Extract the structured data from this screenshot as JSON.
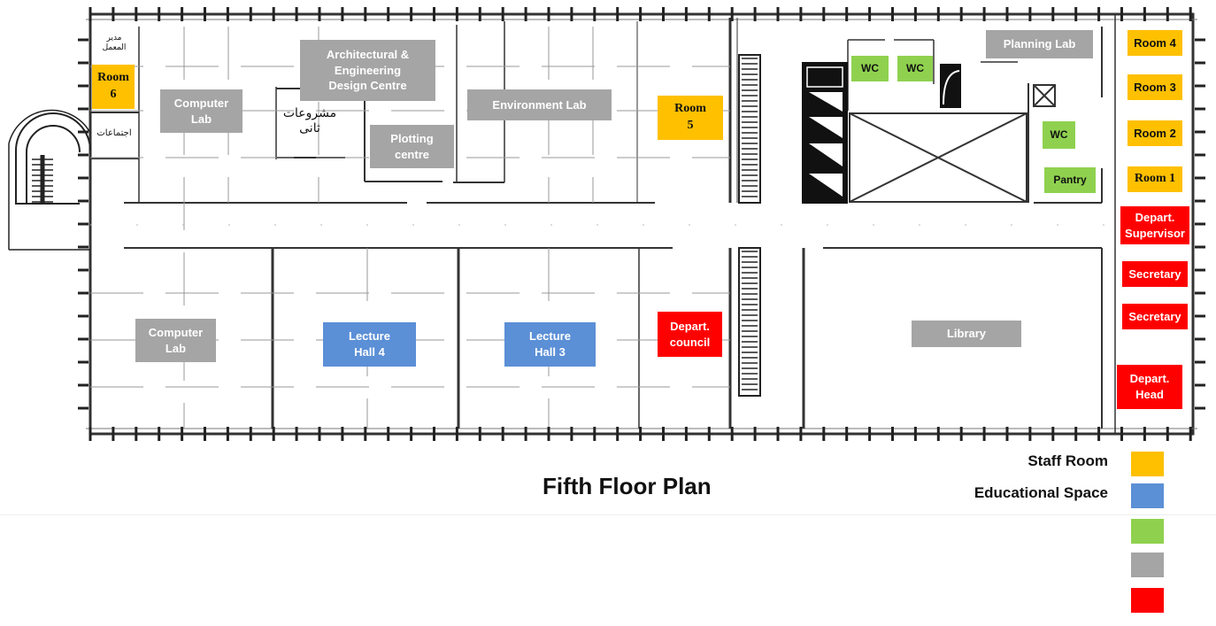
{
  "title": "Fifth Floor Plan",
  "colors": {
    "staff": "#ffc000",
    "educational": "#5b8fd6",
    "services": "#8fd14f",
    "general": "#a5a5a5",
    "admin": "#ff0000"
  },
  "rooms": {
    "room6": "Room\n6",
    "computer_lab_top": "Computer\nLab",
    "arch_design": "Architectural &\nEngineering\nDesign Centre",
    "plotting": "Plotting\ncentre",
    "environment_lab": "Environment Lab",
    "room5": "Room\n5",
    "wc_1": "WC",
    "wc_2": "WC",
    "wc_3": "WC",
    "pantry": "Pantry",
    "planning_lab": "Planning Lab",
    "room4": "Room 4",
    "room3": "Room 3",
    "room2": "Room 2",
    "room1": "Room 1",
    "dept_supervisor": "Depart.\nSupervisor",
    "secretary_1": "Secretary",
    "secretary_2": "Secretary",
    "dept_head": "Depart.\nHead",
    "computer_lab_bottom": "Computer\nLab",
    "lecture_hall_4": "Lecture\nHall 4",
    "lecture_hall_3": "Lecture\nHall 3",
    "dept_council": "Depart.\ncouncil",
    "library": "Library"
  },
  "arabic_labels": {
    "lab_director": "مدير\nالمعمل",
    "meetings": "اجتماعات",
    "projects": "مشروعات\nثانى"
  },
  "legend": [
    {
      "label": "Staff Room",
      "color": "#ffc000"
    },
    {
      "label": "Educational Space",
      "color": "#5b8fd6"
    },
    {
      "label": "",
      "color": "#8fd14f"
    },
    {
      "label": "",
      "color": "#a5a5a5"
    },
    {
      "label": "",
      "color": "#ff0000"
    }
  ]
}
